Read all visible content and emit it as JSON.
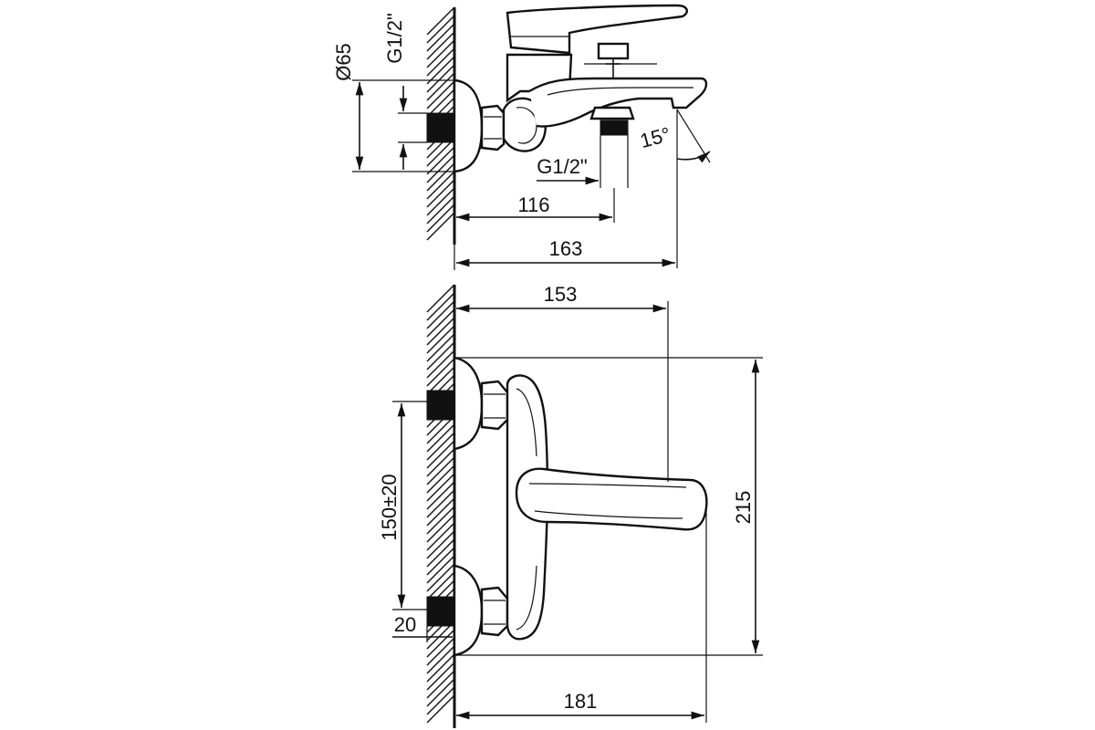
{
  "side_view": {
    "dia_label": "Ø65",
    "thread_wall_label": "G1/2\"",
    "thread_spout_label": "G1/2\"",
    "angle_label": "15°",
    "spout_thread_dist": "116",
    "spout_length": "163"
  },
  "front_view": {
    "projection": "153",
    "centers": "150±20",
    "thread_length": "20",
    "height": "215",
    "overall_length": "181"
  },
  "colors": {
    "line": "#111111",
    "background": "#ffffff"
  }
}
